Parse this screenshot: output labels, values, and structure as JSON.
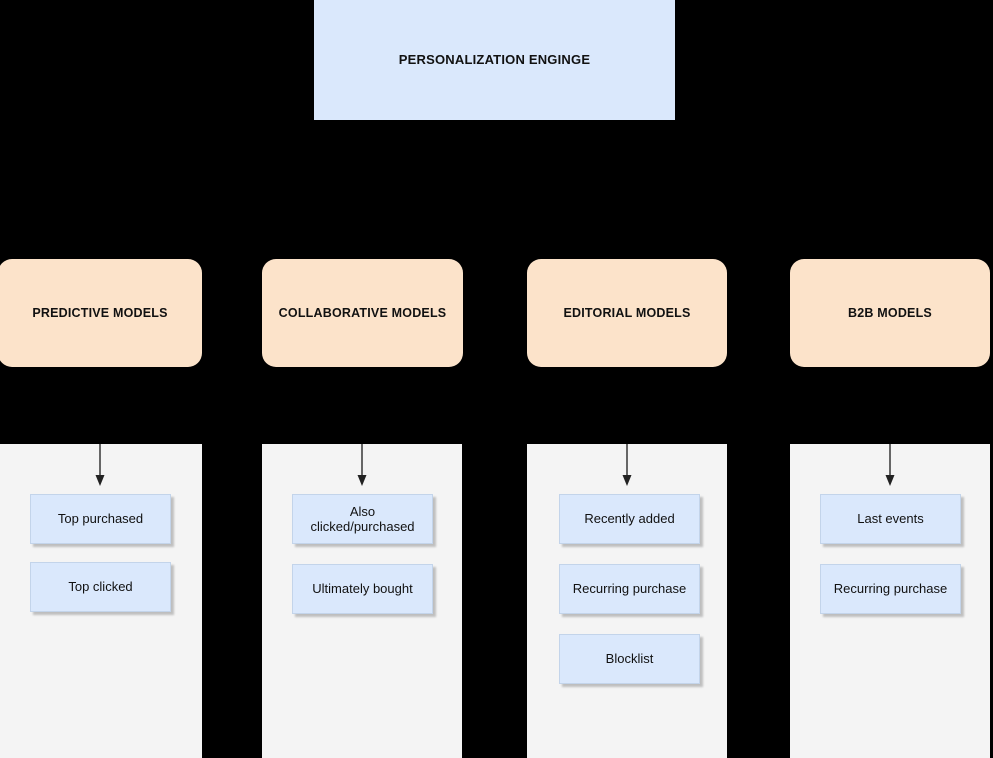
{
  "diagram": {
    "background_color": "#000000",
    "engine": {
      "label": "PERSONALIZATION ENGINGE",
      "fill": "#DAE8FC"
    },
    "model_fill": "#FCE3CA",
    "panel_fill": "#F4F4F4",
    "item_fill": "#DAE8FC",
    "arrow_color": "#666666",
    "columns": [
      {
        "model": "PREDICTIVE MODELS",
        "items": [
          "Top purchased",
          "Top clicked"
        ]
      },
      {
        "model": "COLLABORATIVE MODELS",
        "items": [
          "Also\nclicked/purchased",
          "Ultimately bought"
        ]
      },
      {
        "model": "EDITORIAL MODELS",
        "items": [
          "Recently added",
          "Recurring purchase",
          "Blocklist"
        ]
      },
      {
        "model": "B2B MODELS",
        "items": [
          "Last events",
          "Recurring purchase"
        ]
      }
    ]
  }
}
